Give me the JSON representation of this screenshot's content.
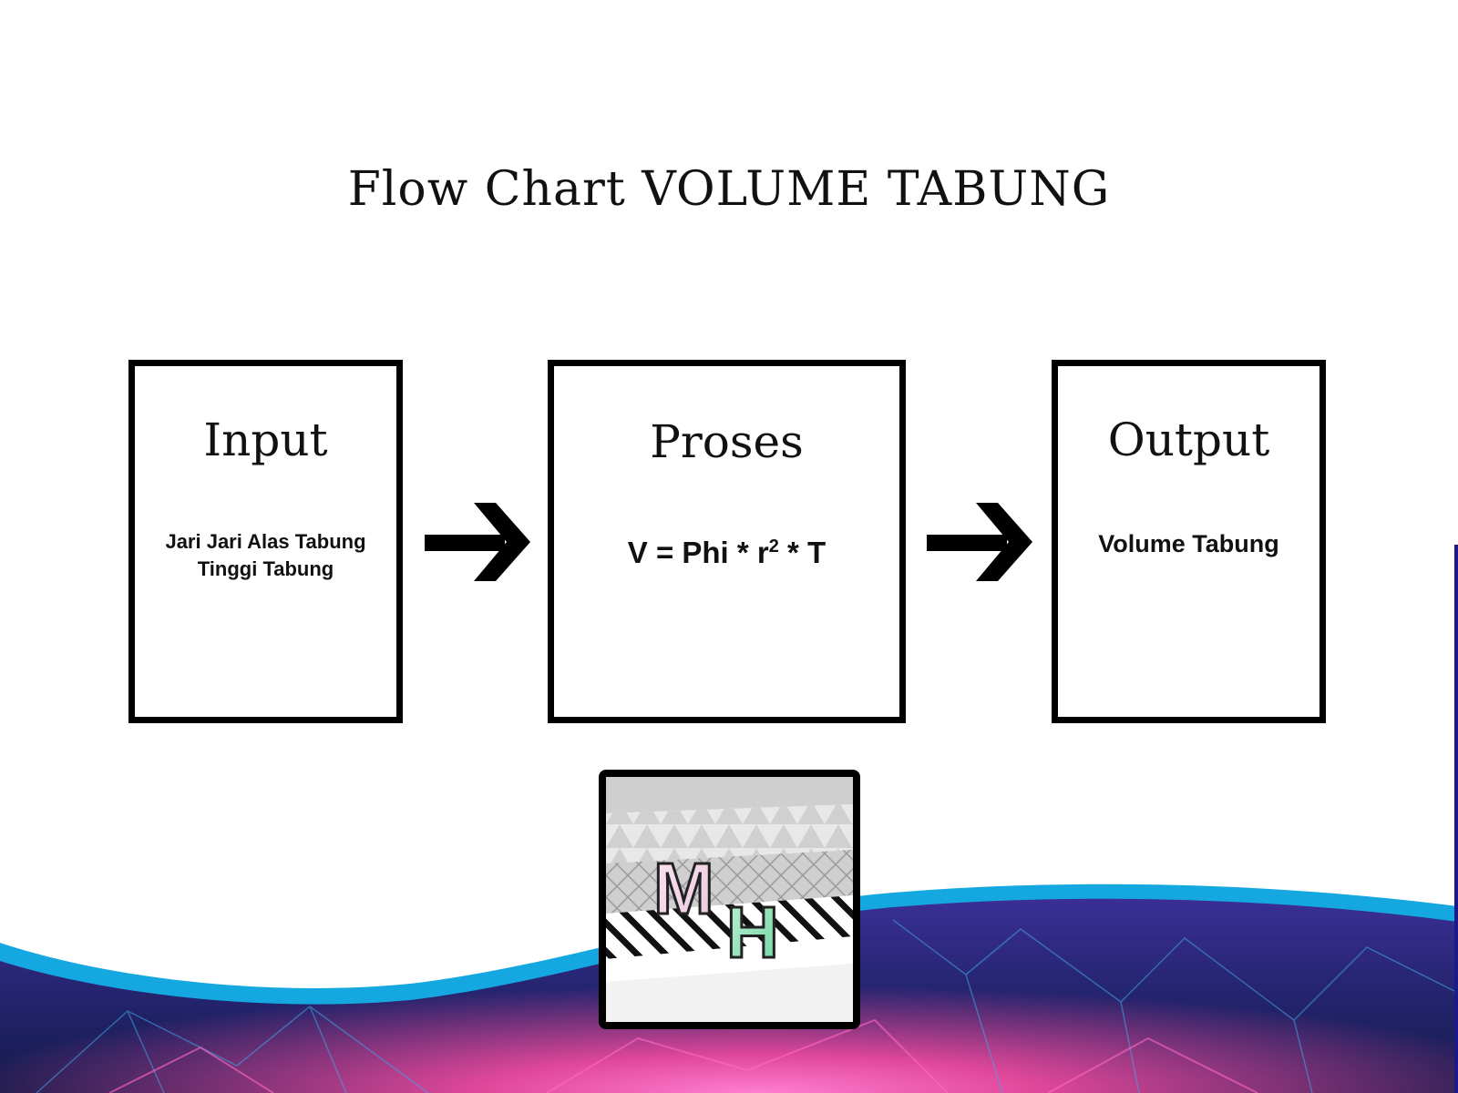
{
  "title": "Flow Chart VOLUME TABUNG",
  "steps": [
    {
      "heading": "Input",
      "lines": [
        "Jari Jari Alas Tabung",
        "Tinggi Tabung"
      ]
    },
    {
      "heading": "Proses",
      "formula": {
        "prefix": "V = Phi * r",
        "sup": "2",
        "suffix": " * T"
      }
    },
    {
      "heading": "Output",
      "lines": [
        "Volume Tabung"
      ]
    }
  ],
  "logo": {
    "letters": [
      "M",
      "H"
    ]
  },
  "colors": {
    "stroke": "#000000",
    "wave_blue": "#15a8e0",
    "bg_dark": "#1c1f63",
    "bg_pink": "#e0479a",
    "bg_purple": "#5a35b8"
  },
  "icons": [
    "right-arrow-icon",
    "right-arrow-icon"
  ]
}
